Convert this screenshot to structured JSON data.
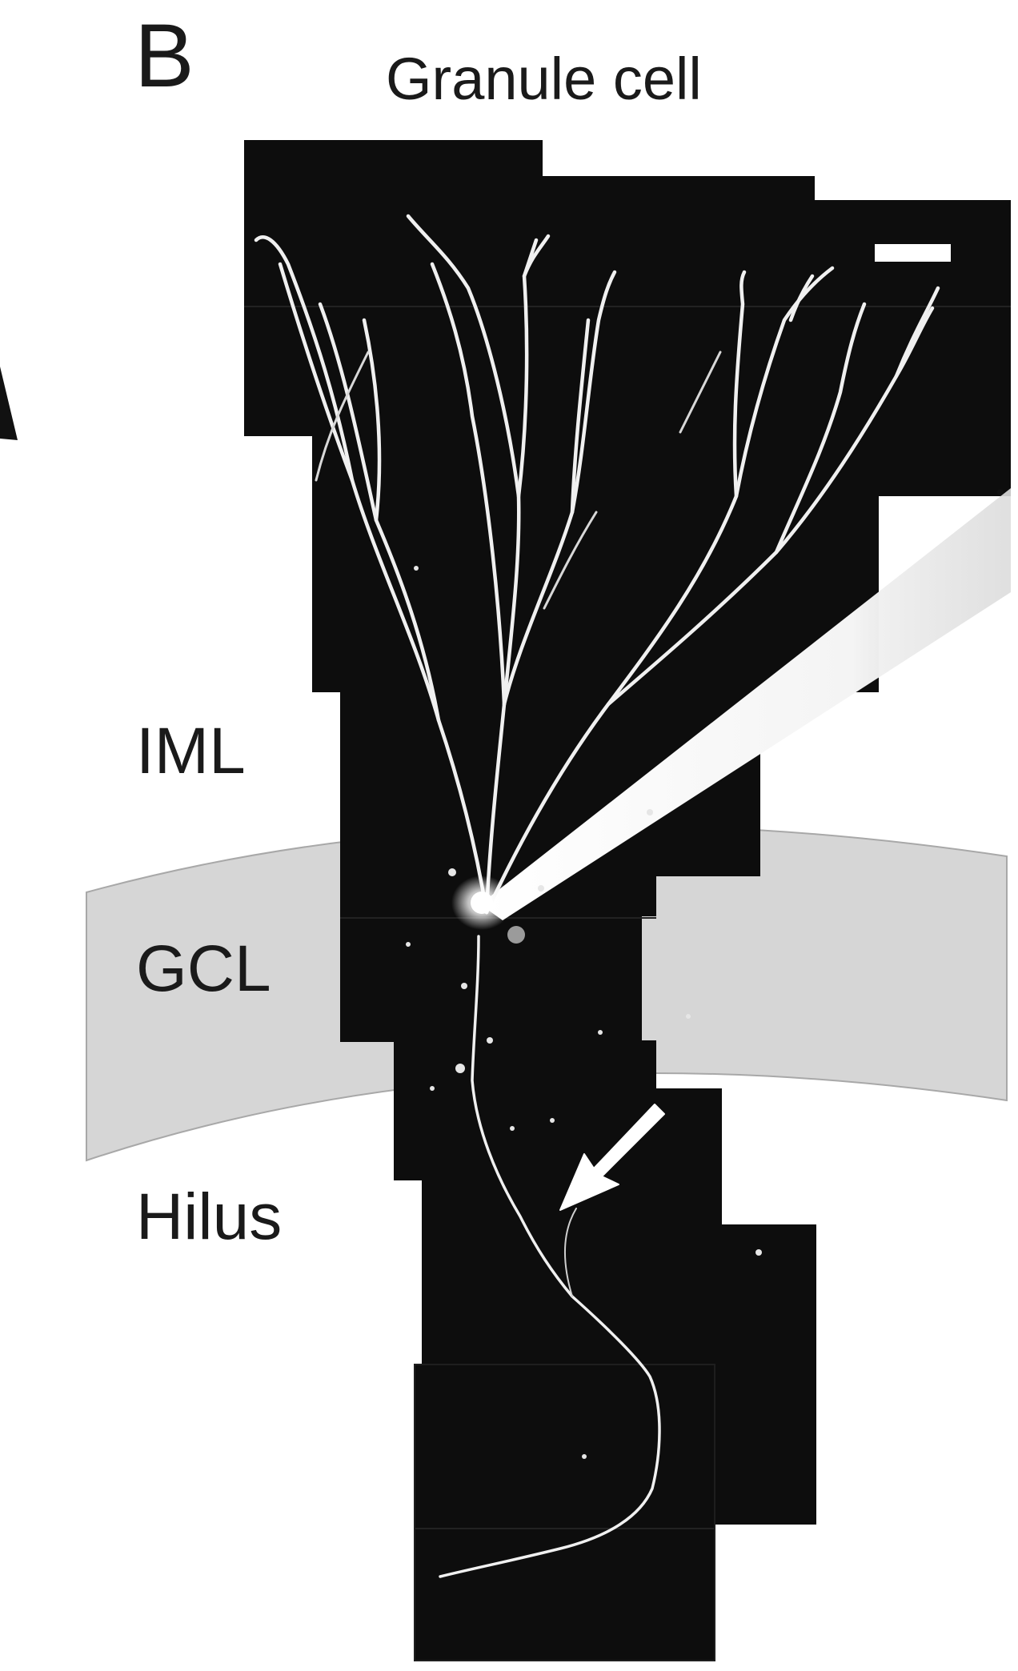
{
  "figure": {
    "panel_letter": "B",
    "title": "Granule cell",
    "layers": {
      "iml": "IML",
      "gcl": "GCL",
      "hilus": "Hilus"
    }
  },
  "colors": {
    "background": "#ffffff",
    "gcl_band": "#d6d6d6",
    "tissue": "#0d0d0d",
    "neuron": "#f2f2f2"
  },
  "icons": {
    "axon_pointer": "arrow-icon",
    "scale": "scale-bar"
  }
}
